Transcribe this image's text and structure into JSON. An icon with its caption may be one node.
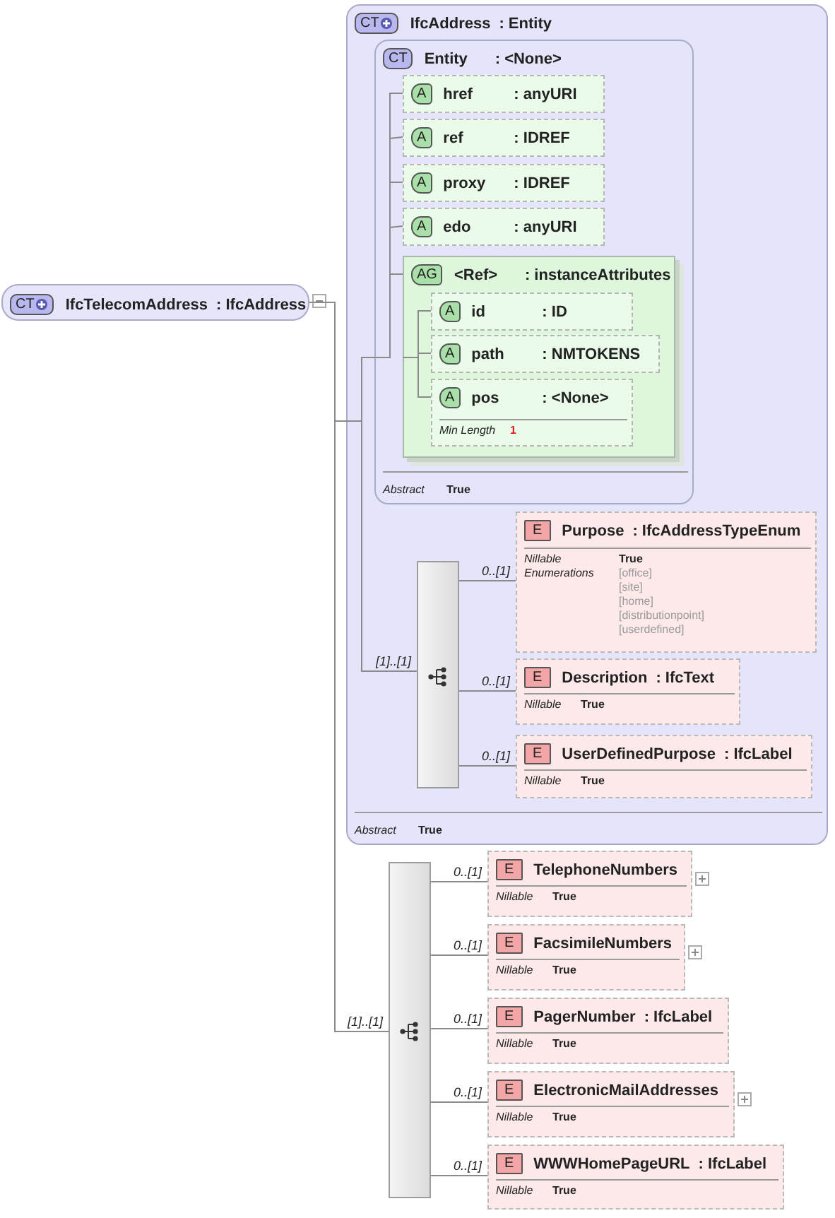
{
  "diagram": {
    "nodes": [
      {
        "text": [
          "CT",
          "IfcTelecomAddress",
          ": IfcAddress"
        ]
      },
      {
        "text": [
          "CT",
          "IfcAddress",
          ": Entity",
          "Abstract",
          "True"
        ]
      },
      {
        "text": [
          "CT",
          "Entity",
          ": <None>",
          "Abstract",
          "True"
        ],
        "in": 1
      },
      {
        "text": [
          "A",
          "href",
          ": anyURI"
        ],
        "in": 2
      },
      {
        "text": [
          "A",
          "ref",
          ": IDREF"
        ],
        "in": 2
      },
      {
        "text": [
          "A",
          "proxy",
          ": IDREF"
        ],
        "in": 2
      },
      {
        "text": [
          "A",
          "edo",
          ": anyURI"
        ],
        "in": 2
      },
      {
        "text": [
          "AG",
          "<Ref>",
          ": instanceAttributes"
        ],
        "in": 2
      },
      {
        "text": [
          "A",
          "id",
          ": ID"
        ],
        "in": 7
      },
      {
        "text": [
          "A",
          "path",
          ": NMTOKENS"
        ],
        "in": 7
      },
      {
        "text": [
          "A",
          "pos",
          ": <None>",
          "Min Length",
          "1"
        ],
        "in": 7
      },
      {
        "text": [],
        "shape": "bar",
        "in": 1
      },
      {
        "text": [
          "E",
          "Purpose",
          ": IfcAddressTypeEnum",
          "Nillable",
          "True",
          "Enumerations",
          "[office]",
          "[site]",
          "[home]",
          "[distributionpoint]",
          "[userdefined]"
        ],
        "in": 1
      },
      {
        "text": [
          "E",
          "Description",
          ": IfcText",
          "Nillable",
          "True"
        ],
        "in": 1
      },
      {
        "text": [
          "E",
          "UserDefinedPurpose",
          ": IfcLabel",
          "Nillable",
          "True"
        ],
        "in": 1
      },
      {
        "text": [],
        "shape": "bar"
      },
      {
        "text": [
          "E",
          "TelephoneNumbers",
          "Nillable",
          "True"
        ]
      },
      {
        "text": [
          "E",
          "FacsimileNumbers",
          "Nillable",
          "True"
        ]
      },
      {
        "text": [
          "E",
          "PagerNumber",
          ": IfcLabel",
          "Nillable",
          "True"
        ]
      },
      {
        "text": [
          "E",
          "ElectronicMailAddresses",
          "Nillable",
          "True"
        ]
      },
      {
        "text": [
          "E",
          "WWWHomePageURL",
          ": IfcLabel",
          "Nillable",
          "True"
        ]
      }
    ],
    "edges": [
      {
        "from": 0,
        "to": 2,
        "arrow": "none"
      },
      {
        "from": 0,
        "to": 11,
        "arrow": "none",
        "label": "[1]..[1]"
      },
      {
        "from": 0,
        "to": 15,
        "arrow": "none",
        "label": "[1]..[1]"
      },
      {
        "from": 2,
        "to": 3,
        "arrow": "none"
      },
      {
        "from": 2,
        "to": 4,
        "arrow": "none"
      },
      {
        "from": 2,
        "to": 5,
        "arrow": "none"
      },
      {
        "from": 2,
        "to": 6,
        "arrow": "none"
      },
      {
        "from": 2,
        "to": 7,
        "arrow": "none"
      },
      {
        "from": 7,
        "to": 8,
        "arrow": "none"
      },
      {
        "from": 7,
        "to": 9,
        "arrow": "none"
      },
      {
        "from": 7,
        "to": 10,
        "arrow": "none"
      },
      {
        "from": 11,
        "to": 12,
        "arrow": "none",
        "label": "0..[1]"
      },
      {
        "from": 11,
        "to": 13,
        "arrow": "none",
        "label": "0..[1]"
      },
      {
        "from": 11,
        "to": 14,
        "arrow": "none",
        "label": "0..[1]"
      },
      {
        "from": 15,
        "to": 16,
        "arrow": "none",
        "label": "0..[1]"
      },
      {
        "from": 15,
        "to": 17,
        "arrow": "none",
        "label": "0..[1]"
      },
      {
        "from": 15,
        "to": 18,
        "arrow": "none",
        "label": "0..[1]"
      },
      {
        "from": 15,
        "to": 19,
        "arrow": "none",
        "label": "0..[1]"
      },
      {
        "from": 15,
        "to": 20,
        "arrow": "none",
        "label": "0..[1]"
      }
    ]
  }
}
